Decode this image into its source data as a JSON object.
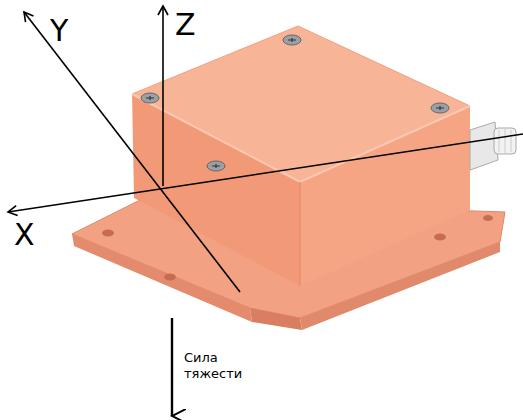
{
  "diagram": {
    "labels": [
      "Y",
      "Z",
      "X",
      "Сила тяжести"
    ]
  }
}
